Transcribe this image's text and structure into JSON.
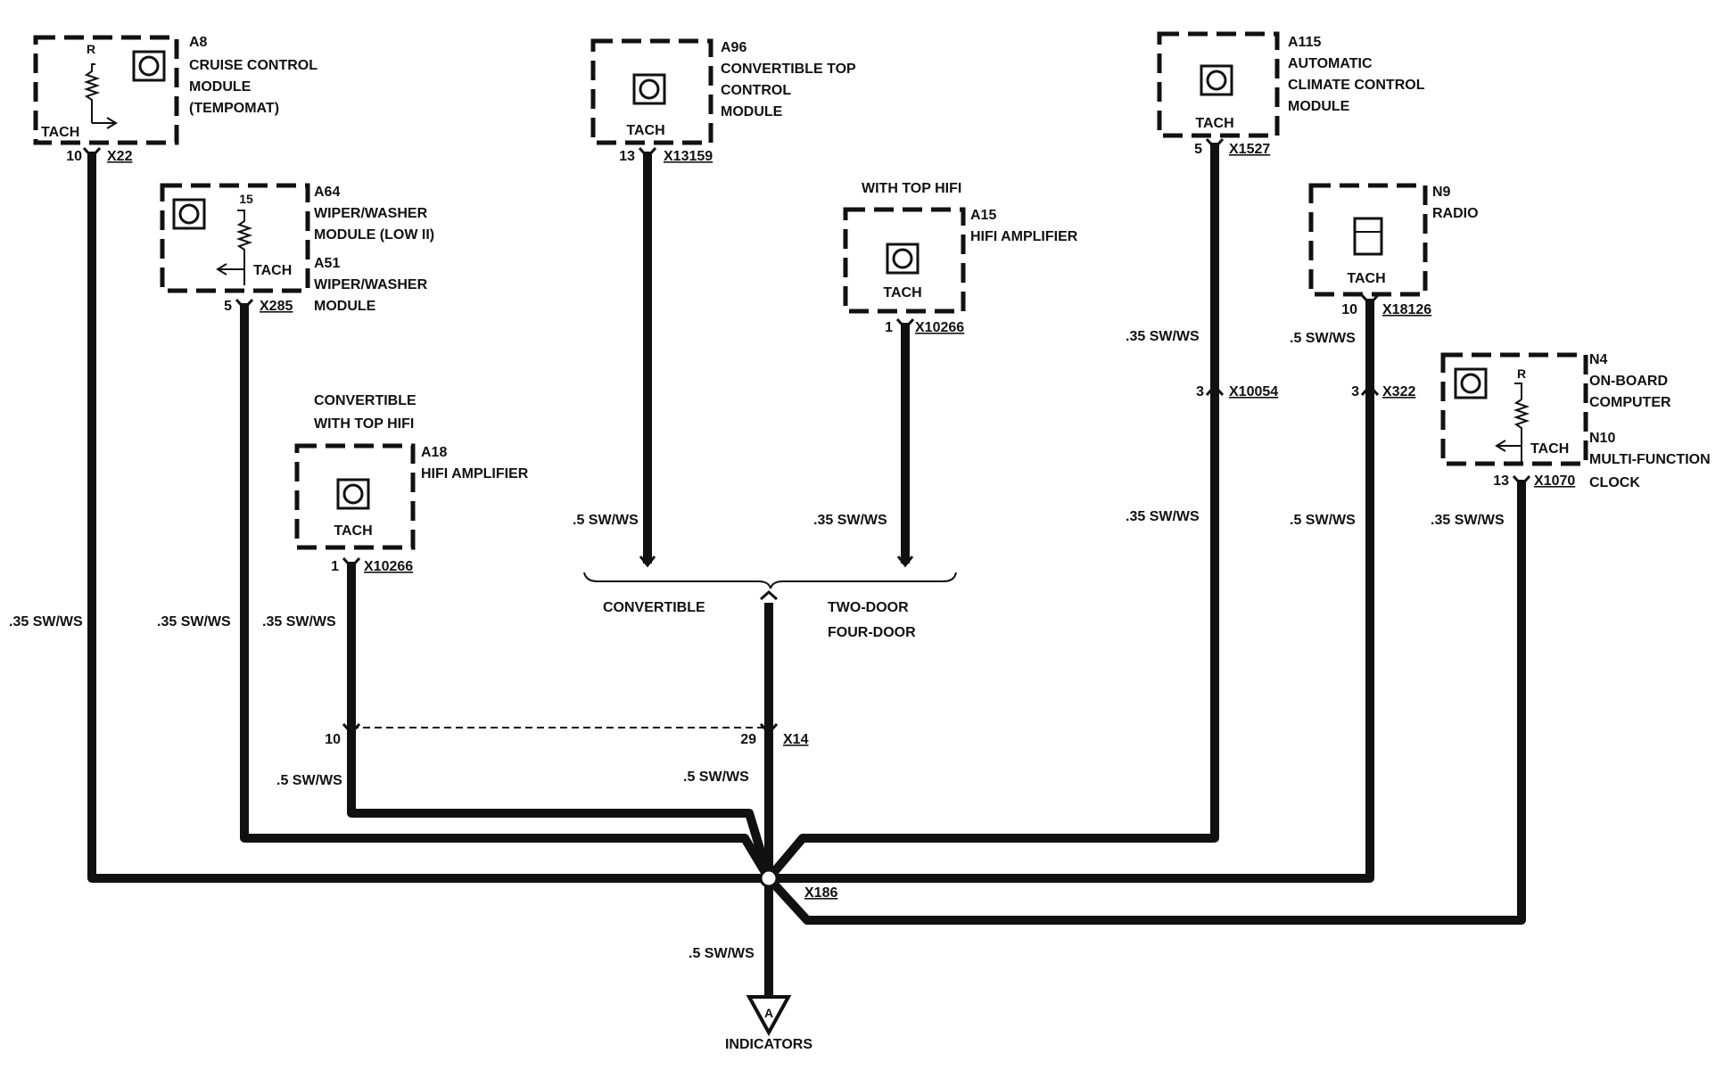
{
  "modules": {
    "a8": {
      "id": "A8",
      "name": [
        "CRUISE CONTROL",
        "MODULE",
        "(TEMPOMAT)"
      ],
      "pin_r": "R",
      "tach": "TACH",
      "pin": "10",
      "connector": "X22"
    },
    "a96": {
      "id": "A96",
      "name": [
        "CONVERTIBLE TOP",
        "CONTROL",
        "MODULE"
      ],
      "tach": "TACH",
      "pin": "13",
      "connector": "X13159"
    },
    "a115": {
      "id": "A115",
      "name": [
        "AUTOMATIC",
        "CLIMATE CONTROL",
        "MODULE"
      ],
      "tach": "TACH",
      "pin": "5",
      "connector": "X1527"
    },
    "a64": {
      "id": "A64",
      "name": [
        "WIPER/WASHER",
        "MODULE (LOW II)"
      ],
      "alt_id": "A51",
      "alt_name": [
        "WIPER/WASHER",
        "MODULE"
      ],
      "pin_15": "15",
      "tach": "TACH",
      "pin": "5",
      "connector": "X285"
    },
    "a15": {
      "note": "WITH TOP HIFI",
      "id": "A15",
      "name": [
        "HIFI AMPLIFIER"
      ],
      "tach": "TACH",
      "pin": "1",
      "connector": "X10266"
    },
    "n9": {
      "id": "N9",
      "name": [
        "RADIO"
      ],
      "tach": "TACH",
      "pin": "10",
      "connector": "X18126"
    },
    "n4": {
      "id": "N4",
      "name": [
        "ON-BOARD",
        "COMPUTER"
      ],
      "alt_id": "N10",
      "alt_name": [
        "MULTI-FUNCTION",
        "CLOCK"
      ],
      "pin_r": "R",
      "tach": "TACH",
      "pin": "13",
      "connector": "X1070"
    },
    "a18": {
      "note": [
        "CONVERTIBLE",
        "WITH TOP HIFI"
      ],
      "id": "A18",
      "name": [
        "HIFI AMPLIFIER"
      ],
      "tach": "TACH",
      "pin": "1",
      "connector": "X10266"
    }
  },
  "inline_connectors": {
    "x10054": {
      "pin": "3",
      "name": "X10054"
    },
    "x322": {
      "pin": "3",
      "name": "X322"
    },
    "x14": {
      "pin_left": "10",
      "pin_right": "29",
      "name": "X14"
    },
    "x186": {
      "name": "X186"
    }
  },
  "wires": {
    "a8": ".35 SW/WS",
    "a64": ".35 SW/WS",
    "a18": ".35 SW/WS",
    "a96": ".5 SW/WS",
    "a15": ".35 SW/WS",
    "a115_upper": ".35 SW/WS",
    "a115_lower": ".35 SW/WS",
    "n9_upper": ".5 SW/WS",
    "n9_lower": ".5 SW/WS",
    "n4": ".35 SW/WS",
    "x14_left": ".5 SW/WS",
    "x14_right": ".5 SW/WS",
    "output": ".5 SW/WS"
  },
  "branches": {
    "convertible": "CONVERTIBLE",
    "other": [
      "TWO-DOOR",
      "FOUR-DOOR"
    ]
  },
  "output": {
    "label": "INDICATORS"
  }
}
